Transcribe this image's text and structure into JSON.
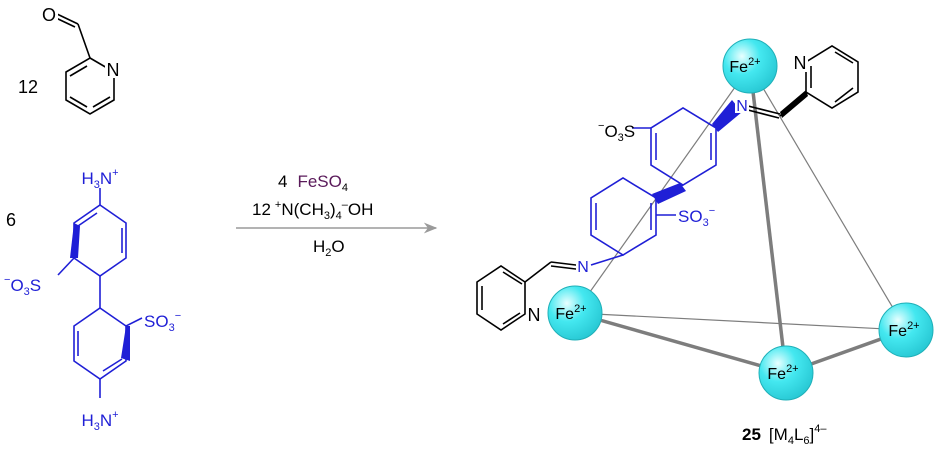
{
  "colors": {
    "ink": "#000000",
    "ligand": "#1f1fd6",
    "arrow": "#9a9a9a",
    "cage_edge": "#7d7d7d",
    "iron_fill": "#44e8f0",
    "iron_highlight": "#e8ffff",
    "iron_stroke": "#1fb0b8",
    "iron_symbol": "#5a1a5a"
  },
  "reagents": {
    "aldehyde_coefficient": "12",
    "aldehyde_O": "O",
    "aldehyde_N": "N",
    "diamine_coefficient": "6",
    "amine_top_a": "H",
    "amine_top_b": "3",
    "amine_top_c": "N",
    "amine_top_d": "+",
    "sulfonate_left_a": "−",
    "sulfonate_left_b": "O",
    "sulfonate_left_c": "3",
    "sulfonate_left_d": "S",
    "sulfonate_right_a": "SO",
    "sulfonate_right_b": "3",
    "sulfonate_right_c": "−",
    "amine_bottom_a": "H",
    "amine_bottom_b": "3",
    "amine_bottom_c": "N",
    "amine_bottom_d": "+"
  },
  "conditions": {
    "line1_coef": "4",
    "line1_a": "FeSO",
    "line1_b": "4",
    "line2_coef": "12",
    "line2_a": "+",
    "line2_b": "N(CH",
    "line2_c": "3",
    "line2_d": ")",
    "line2_e": "4",
    "line2_f": "–",
    "line2_g": "OH",
    "line3_a": "H",
    "line3_b": "2",
    "line3_c": "O"
  },
  "product": {
    "fe_symbol": "Fe",
    "fe_charge": "2+",
    "imine_N": "N",
    "pyridine_N": "N",
    "sulfonate_upper_a": "−",
    "sulfonate_upper_b": "O",
    "sulfonate_upper_c": "3",
    "sulfonate_upper_d": "S",
    "sulfonate_mid_a": "SO",
    "sulfonate_mid_b": "3",
    "sulfonate_mid_c": "−",
    "compound_number": "25",
    "formula_a": "[M",
    "formula_b": "4",
    "formula_c": "L",
    "formula_d": "6",
    "formula_e": "]",
    "formula_f": "4–"
  }
}
